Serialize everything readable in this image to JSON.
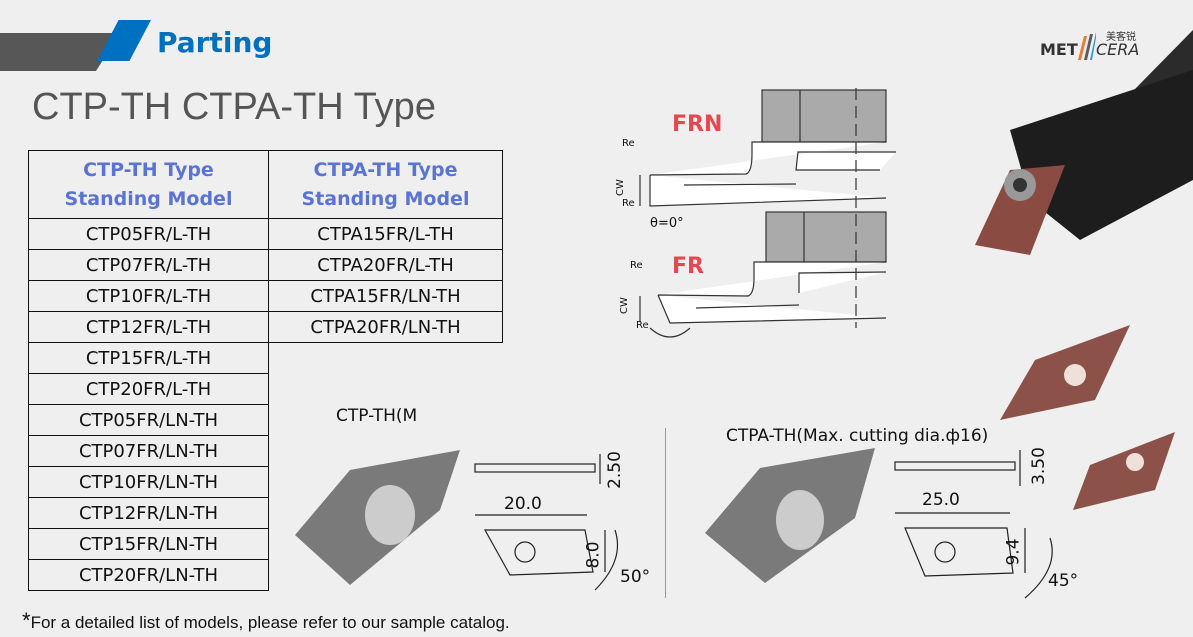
{
  "section_title": "Parting",
  "page_title": "CTP-TH CTPA-TH Type",
  "logo": {
    "left": "MET",
    "right": "CERA",
    "chinese": "美客锐"
  },
  "table": {
    "headers": [
      [
        "CTP-TH Type",
        "Standing Model"
      ],
      [
        "CTPA-TH Type",
        "Standing Model"
      ]
    ],
    "ctp_th": [
      "CTP05FR/L-TH",
      "CTP07FR/L-TH",
      "CTP10FR/L-TH",
      "CTP12FR/L-TH",
      "CTP15FR/L-TH",
      "CTP20FR/L-TH",
      "CTP05FR/LN-TH",
      "CTP07FR/LN-TH",
      "CTP10FR/LN-TH",
      "CTP12FR/LN-TH",
      "CTP15FR/LN-TH",
      "CTP20FR/LN-TH"
    ],
    "ctpa_th": [
      "CTPA15FR/L-TH",
      "CTPA20FR/L-TH",
      "CTPA15FR/LN-TH",
      "CTPA20FR/LN-TH"
    ]
  },
  "diagram": {
    "frn": "FRN",
    "fr": "FR",
    "re": "Re",
    "cw": "CW",
    "theta": "θ=0°"
  },
  "ctp_drawing": {
    "caption": "CTP-TH(M",
    "thickness": "2.50",
    "length": "20.0",
    "height": "8.0",
    "angle": "50°"
  },
  "ctpa_drawing": {
    "caption": "CTPA-TH(Max. cutting dia.ф16)",
    "thickness": "3.50",
    "length": "25.0",
    "height": "9.4",
    "angle": "45°"
  },
  "footnote": {
    "star": "*",
    "text": "For a detailed list of models, please refer to our sample catalog."
  },
  "colors": {
    "accent": "#0070c0",
    "header": "#5a74d6",
    "red": "#e8474f"
  }
}
